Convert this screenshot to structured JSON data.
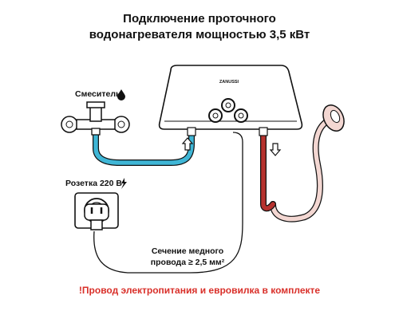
{
  "title_line1": "Подключение проточного",
  "title_line2": "водонагревателя мощностью 3,5 кВт",
  "mixer_label": "Смеситель",
  "socket_label": "Розетка 220 В",
  "cable_line1": "Сечение медного",
  "cable_line2": "провода ≥ 2,5 мм²",
  "brand_logo": "ZANUSSI",
  "bottom_note": "!Провод электропитания и евровилка в комплекте",
  "colors": {
    "outline": "#111111",
    "cold_hose": "#3fb6d6",
    "hot_hose": "#b7322e",
    "shower_hose": "#f3d7d2",
    "note": "#d9302a"
  },
  "icons": [
    "water-drop-icon",
    "lightning-icon",
    "arrow-up-icon",
    "arrow-down-icon",
    "plug-icon"
  ]
}
